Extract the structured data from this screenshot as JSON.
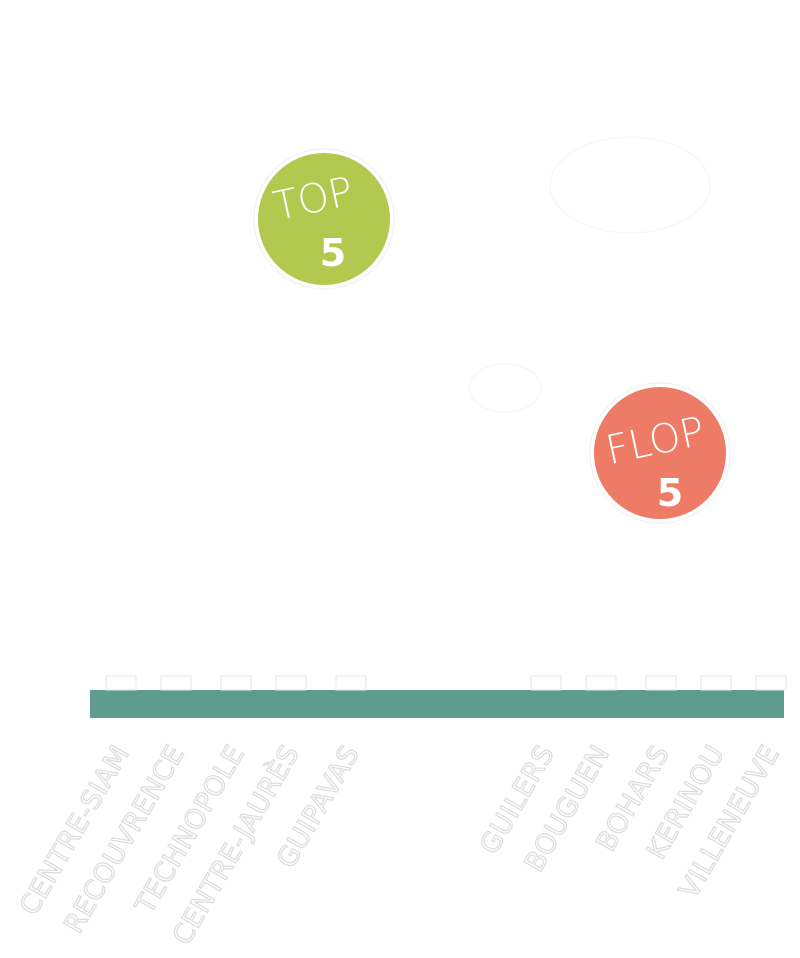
{
  "badges": {
    "top": {
      "label": "TOP",
      "number": "5",
      "color": "#b3c84e"
    },
    "flop": {
      "label": "FLOP",
      "number": "5",
      "color": "#ee7b66"
    }
  },
  "colors": {
    "baseline": "#5d9b8f",
    "label_outline": "#dcdcdc"
  },
  "chart_data": {
    "type": "bar",
    "categories": [
      "CENTRE-SIAM",
      "RECOUVRENCE",
      "TECHNOPOLE",
      "CENTRE-JAURÈS",
      "GUIPAVAS",
      "GUILERS",
      "BOUGUEN",
      "BOHARS",
      "KERINOU",
      "VILLENEUVE"
    ],
    "groups": [
      {
        "name": "TOP 5",
        "categories": [
          "CENTRE-SIAM",
          "RECOUVRENCE",
          "TECHNOPOLE",
          "CENTRE-JAURÈS",
          "GUIPAVAS"
        ]
      },
      {
        "name": "FLOP 5",
        "categories": [
          "GUILERS",
          "BOUGUEN",
          "BOHARS",
          "KERINOU",
          "VILLENEUVE"
        ]
      }
    ],
    "grid": false,
    "legend": "none"
  }
}
